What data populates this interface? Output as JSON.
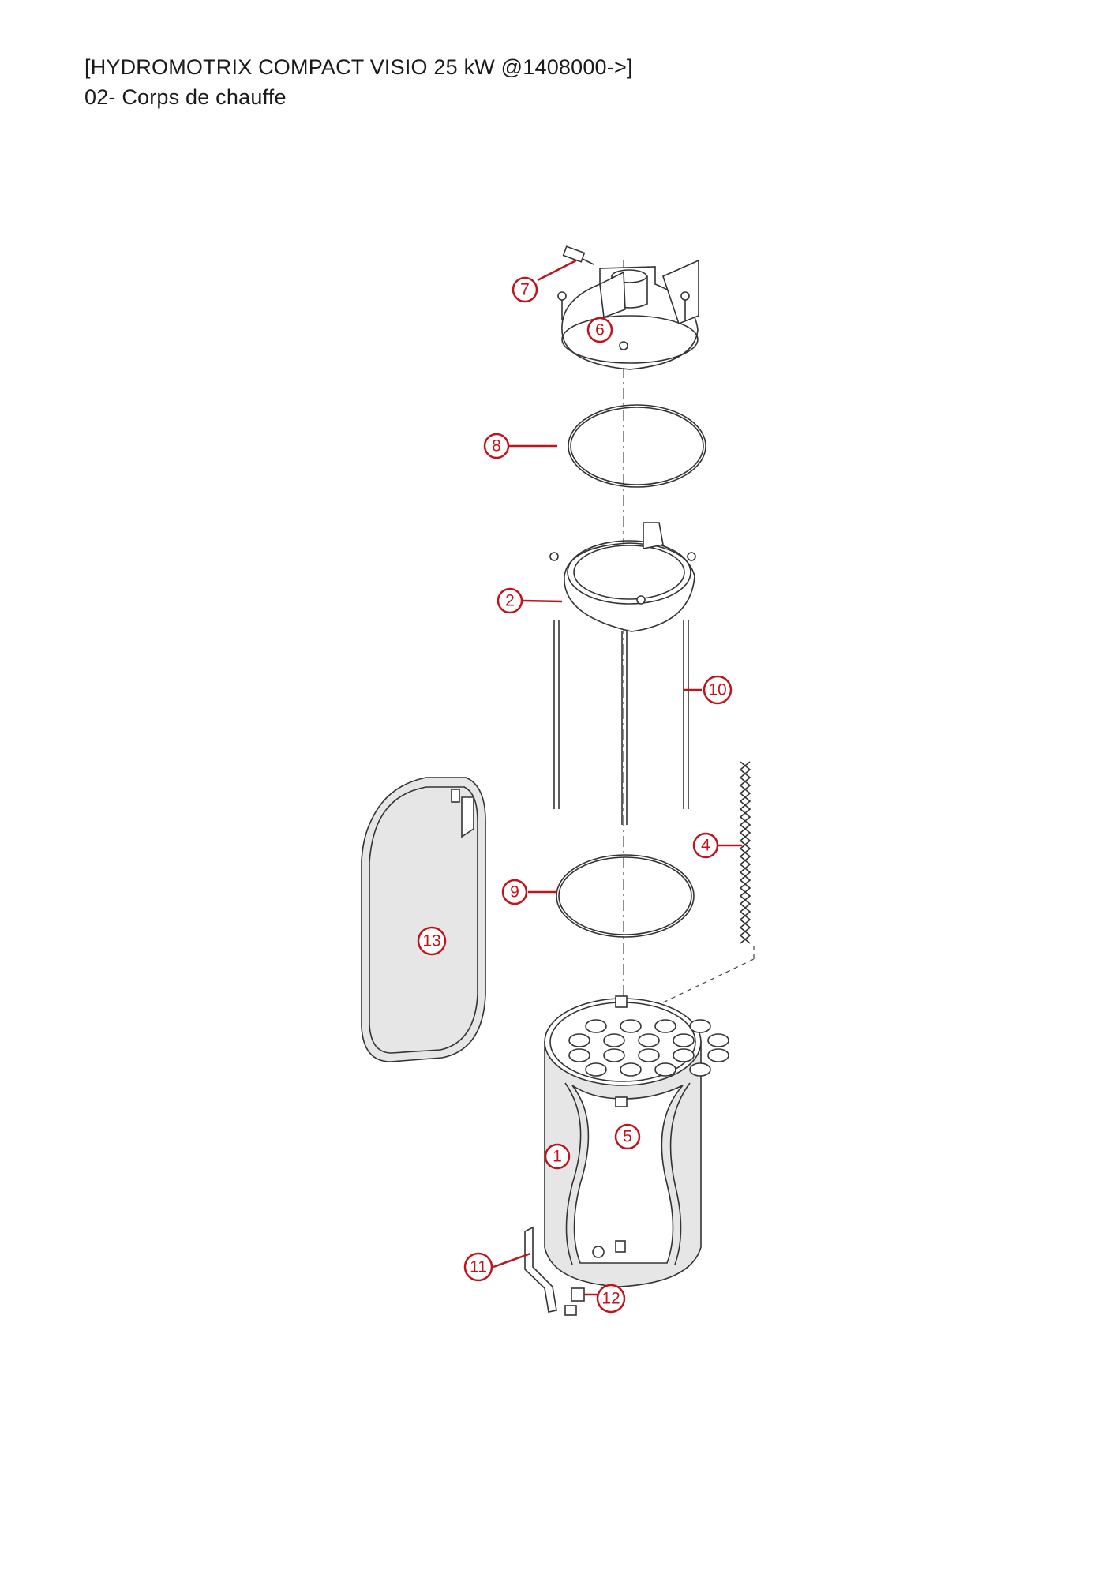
{
  "header": {
    "model": "[HYDROMOTRIX COMPACT VISIO 25 kW @1408000->]",
    "section": "02- Corps de chauffe"
  },
  "colors": {
    "callout": "#c0141c",
    "line": "#333333",
    "fill": "#e6e6e6"
  },
  "callouts": [
    {
      "id": "7",
      "label": "7"
    },
    {
      "id": "6",
      "label": "6"
    },
    {
      "id": "8",
      "label": "8"
    },
    {
      "id": "2",
      "label": "2"
    },
    {
      "id": "10",
      "label": "10"
    },
    {
      "id": "4",
      "label": "4"
    },
    {
      "id": "9",
      "label": "9"
    },
    {
      "id": "13",
      "label": "13"
    },
    {
      "id": "5",
      "label": "5"
    },
    {
      "id": "1",
      "label": "1"
    },
    {
      "id": "11",
      "label": "11"
    },
    {
      "id": "12",
      "label": "12"
    }
  ]
}
